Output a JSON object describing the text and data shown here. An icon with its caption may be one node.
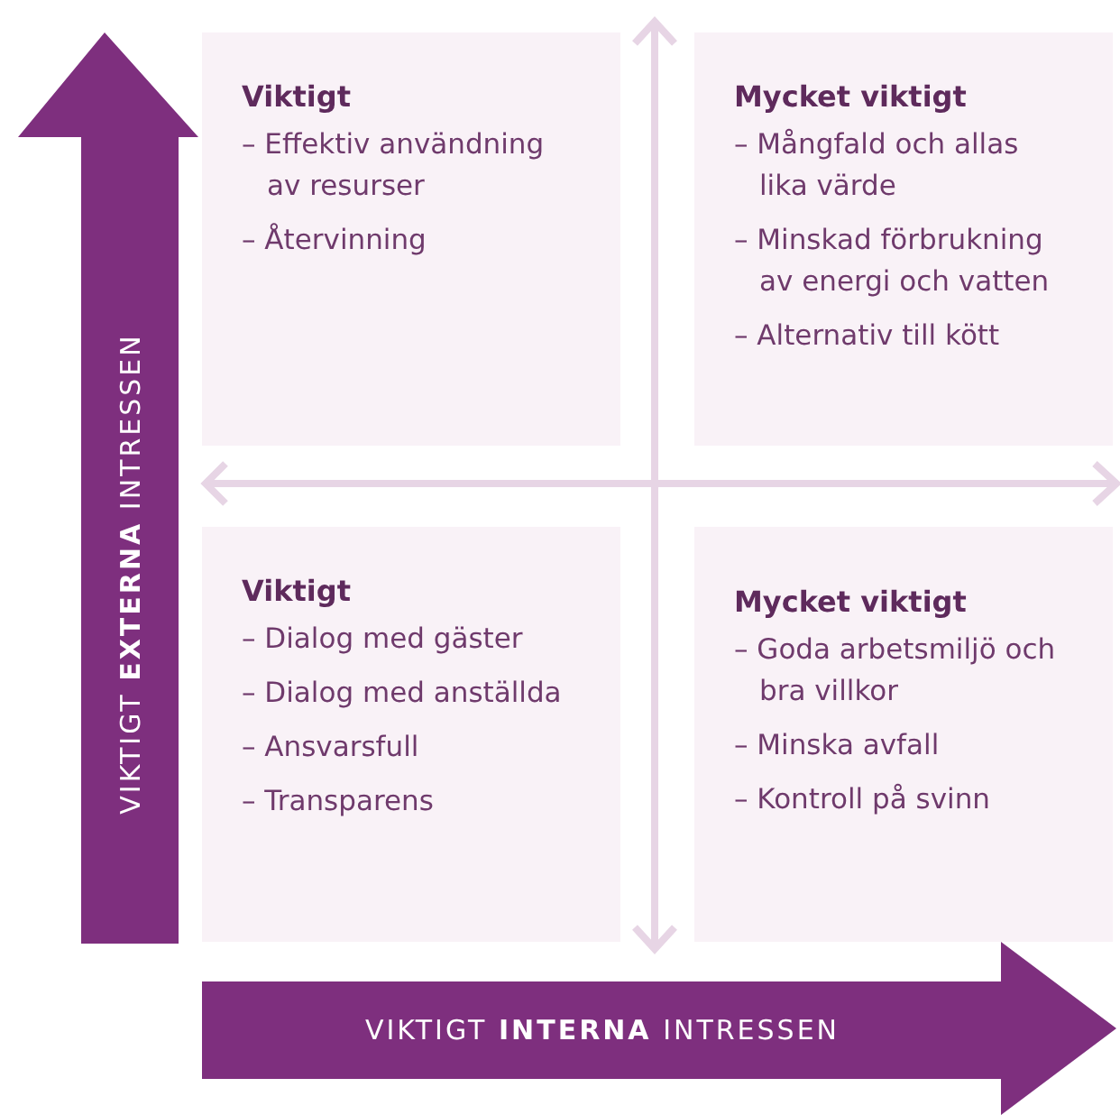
{
  "diagram": {
    "nodes": [
      {
        "text": [
          "Viktigt",
          "– Effektiv användning av resurser",
          "– Återvinning"
        ]
      },
      {
        "text": [
          "Mycket viktigt",
          "– Mångfald och allas lika värde",
          "– Minskad förbrukning av energi och vatten",
          "– Alternativ till kött"
        ]
      },
      {
        "text": [
          "Viktigt",
          "– Dialog med gäster",
          "– Dialog med anställda",
          "– Ansvarsfull",
          "– Transparens"
        ]
      },
      {
        "text": [
          "Mycket viktigt",
          "– Goda arbetsmiljö och bra villkor",
          "– Minska avfall",
          "– Kontroll på svinn"
        ]
      },
      {
        "text": [
          "VIKTIGT **EXTERNA** INTRESSEN"
        ]
      },
      {
        "text": [
          "VIKTIGT **INTERNA** INTRESSEN"
        ]
      }
    ],
    "edges": []
  }
}
